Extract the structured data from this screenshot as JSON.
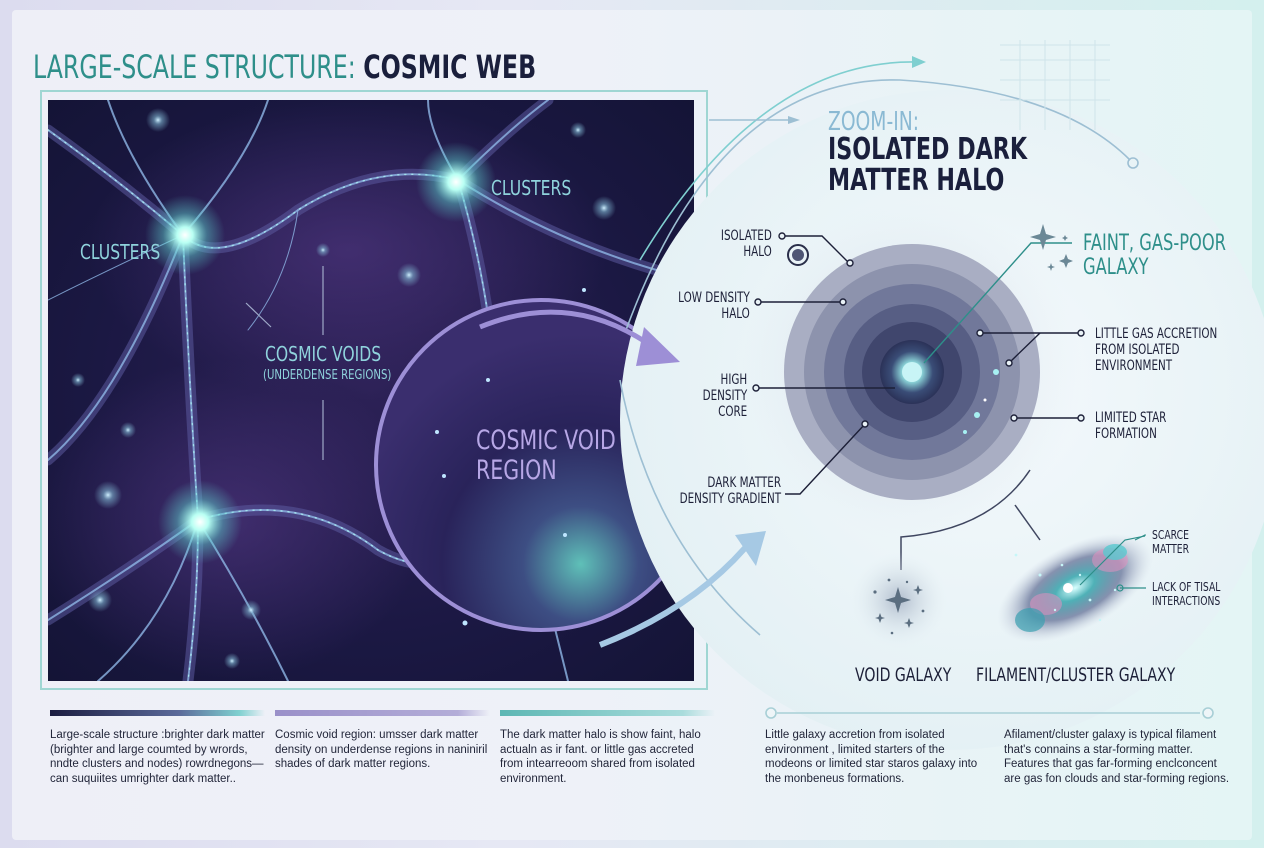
{
  "title": {
    "prefix": "LARGE-SCALE STRUCTURE:",
    "emphasis": "COSMIC WEB"
  },
  "cosmic_web_panel": {
    "labels": {
      "clusters_left": "CLUSTERS",
      "clusters_right": "CLUSTERS",
      "cosmic_voids": "COSMIC VOIDS",
      "cosmic_voids_sub": "(UNDERDENSE REGIONS)",
      "void_region_line1": "COSMIC VOID",
      "void_region_line2": "REGION"
    }
  },
  "zoom_panel": {
    "subtitle": "ZOOM-IN:",
    "title_line1": "ISOLATED DARK",
    "title_line2": "MATTER HALO",
    "halo_labels": {
      "isolated_halo": [
        "ISOLATED",
        "HALO"
      ],
      "low_density_halo": [
        "LOW DENSITY",
        "HALO"
      ],
      "high_density_core": [
        "HIGH",
        "DENSITY",
        "CORE"
      ],
      "density_gradient": [
        "DARK MATTER",
        "DENSITY GRADIENT"
      ],
      "faint_galaxy": [
        "FAINT, GAS-POOR",
        "GALAXY"
      ],
      "gas_accretion": [
        "LITTLE GAS ACCRETION",
        "FROM ISOLATED",
        "ENVIRONMENT"
      ],
      "star_formation": [
        "LIMITED STAR",
        "FORMATION"
      ],
      "scarce_matter": [
        "SCARCE",
        "MATTER"
      ],
      "tidal": [
        "LACK OF TISAL",
        "INTERACTIONS"
      ]
    },
    "galaxies": {
      "void": "VOID GALAXY",
      "filament": "FILAMENT/CLUSTER GALAXY"
    }
  },
  "captions": [
    {
      "text": "Large-scale structure :brighter dark matter (brighter and large coumted by wrords, nndte clusters and nodes) rowrdnegons—can suquiites umrighter dark matter..",
      "color_from": "#1b1c40",
      "color_to": "#7fd0d0"
    },
    {
      "text": "Cosmic void region: umsser dark matter density on underdense regions in naniniril shades of dark matter regions.",
      "color_from": "#9a90c9",
      "color_to": "#b3add8"
    },
    {
      "text": "The dark matter halo is show faint, halo actualn as ir fant. or little gas accreted from intearreoom shared from isolated environment.",
      "color_from": "#5db7b4",
      "color_to": "#a9dcdc"
    },
    {
      "text": "Little galaxy accretion from isolated environment , limited starters of the modeons or limited star staros galaxy into the monbeneus formations.",
      "color_from": "#a8cfd6",
      "color_to": "#a8cfd6"
    },
    {
      "text": "Afilament/cluster galaxy is typical filament that's connains a star-forming matter. Features that gas far-forming enclconcent are gas fon clouds and star-forming regions.",
      "color_from": "#a8cfd6",
      "color_to": "#a8cfd6"
    }
  ],
  "colors": {
    "teal_accent": "#2e8f8a",
    "navy": "#1a1f3c",
    "void_purple": "#9d8fd6",
    "zoom_blue": "#8ab9d3"
  }
}
